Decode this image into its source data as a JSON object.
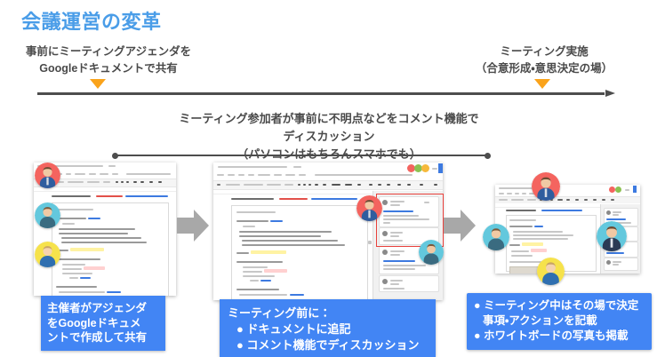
{
  "slide": {
    "title": "会議運営の変革",
    "accent_blue": "#4a9de8",
    "box_blue": "#4285f4",
    "arrow_orange": "#faa31b",
    "timeline_gray": "#4d4d4d"
  },
  "timeline": {
    "left_marker": {
      "line1": "事前にミーティングアジェンダを",
      "line2": "Googleドキュメントで共有",
      "icon": "down-triangle-icon"
    },
    "right_marker": {
      "line1": "ミーティング実施",
      "line2": "（合意形成・意思決定の場）",
      "icon": "down-triangle-icon"
    },
    "axis_icon": "right-arrow-icon"
  },
  "middle_caption": {
    "line1": "ミーティング参加者が事前に不明点などをコメント機能で",
    "line2": "ディスカッション",
    "line3": "（パソコンはもちろんスマホでも）",
    "span_icon": "double-headed-arrow-icon"
  },
  "steps": [
    {
      "id": "step-1",
      "screenshot_name": "google-docs-agenda-screenshot",
      "caption_lines": [
        "主催者がアジェンダ",
        "をGoogleドキュメ",
        "ントで作成して共有"
      ],
      "avatars": [
        {
          "name": "avatar-participant-red",
          "color": "#f4645f",
          "hair": "#6b4b33",
          "shirt": "#2f5d9e"
        },
        {
          "name": "avatar-participant-cyan",
          "color": "#63c8dd",
          "hair": "#7b5a3c",
          "shirt": "#3a6b80"
        },
        {
          "name": "avatar-participant-yellow",
          "color": "#f6e24b",
          "hair": "#c9a464",
          "shirt": "#2f6fb0"
        }
      ]
    },
    {
      "id": "step-2",
      "screenshot_name": "google-docs-comments-screenshot",
      "highlight_name": "comment-thread-highlight-box",
      "caption_lines": [
        "ミーティング前に：",
        "● ドキュメントに追記",
        "● コメント機能でディスカッション"
      ],
      "avatars": [
        {
          "name": "avatar-commenter-red",
          "color": "#f4645f",
          "hair": "#6b4b33",
          "shirt": "#2f5d9e"
        },
        {
          "name": "avatar-commenter-cyan",
          "color": "#63c8dd",
          "hair": "#7b5a3c",
          "shirt": "#3a6b80"
        }
      ]
    },
    {
      "id": "step-3",
      "screenshot_name": "google-docs-meeting-notes-screenshot",
      "caption_lines": [
        "● ミーティング中はその場で決定",
        "  事項・アクションを記載",
        "● ホワイトボードの写真も掲載"
      ],
      "avatars": [
        {
          "name": "avatar-attendee-red",
          "color": "#f4645f",
          "hair": "#6b4b33",
          "shirt": "#2f5d9e"
        },
        {
          "name": "avatar-attendee-cyan-l",
          "color": "#63c8dd",
          "hair": "#7b5a3c",
          "shirt": "#3a6b80"
        },
        {
          "name": "avatar-attendee-cyan-r",
          "color": "#63c8dd",
          "hair": "#6b4b33",
          "shirt": "#2b3a55"
        },
        {
          "name": "avatar-attendee-yellow",
          "color": "#f6e24b",
          "hair": "#c9a464",
          "shirt": "#2f6fb0"
        }
      ]
    }
  ],
  "flow_arrows": [
    {
      "name": "flow-arrow-1-to-2",
      "icon": "right-arrow-icon"
    },
    {
      "name": "flow-arrow-2-to-3",
      "icon": "right-arrow-icon"
    }
  ]
}
